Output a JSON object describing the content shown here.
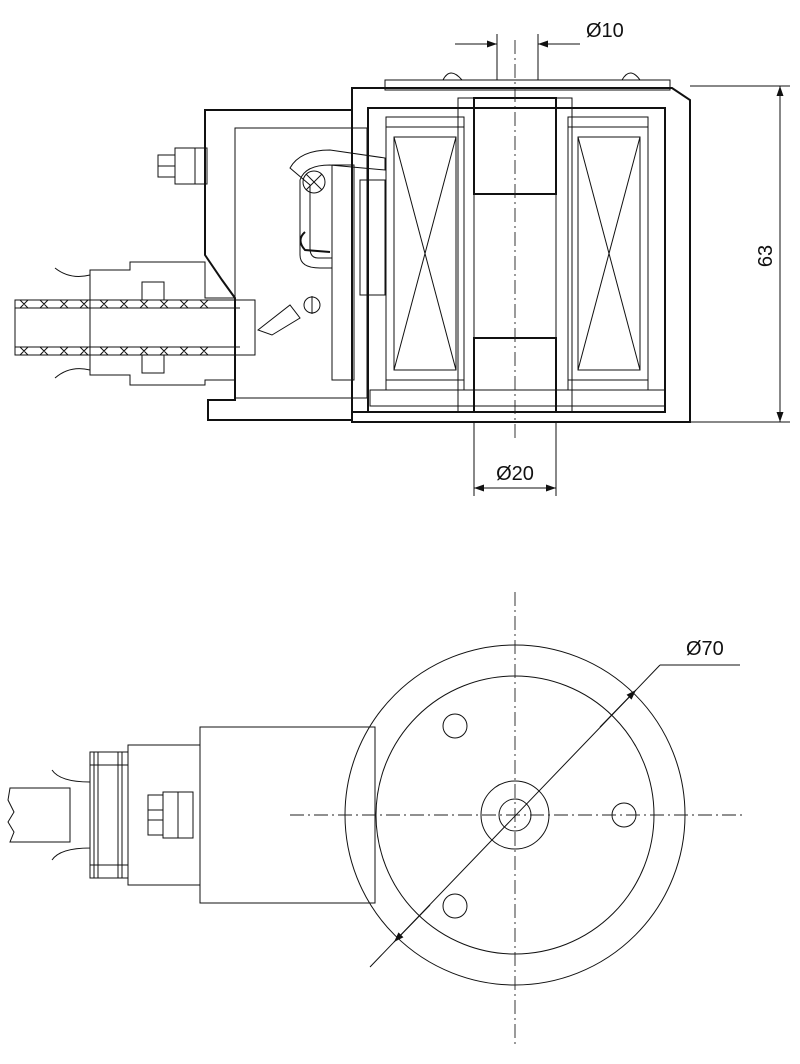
{
  "dimensions": {
    "top_bore": "Ø10",
    "bottom_bore": "Ø20",
    "height": "63",
    "outer_diameter": "Ø70"
  },
  "colors": {
    "line": "#111111",
    "background": "#ffffff"
  },
  "icons": {
    "hatch": "diagonal-hatch-pattern",
    "potting": "stipple-pattern",
    "seal": "crosshatch-pattern"
  }
}
